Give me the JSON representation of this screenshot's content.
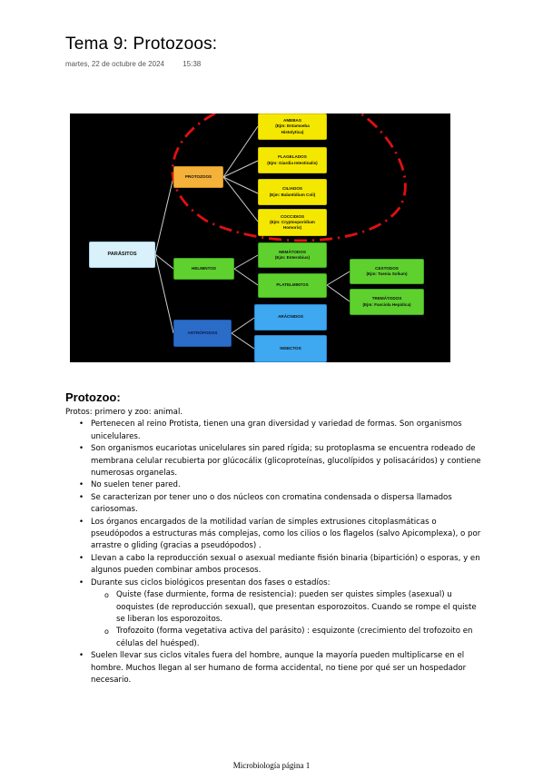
{
  "header": {
    "title": "Tema 9: Protozoos:",
    "date": "martes, 22 de octubre de 2024",
    "time": "15:38"
  },
  "diagram": {
    "root": "PARÁSITOS",
    "protozoos": "PROTOZOOS",
    "helmintos": "HELMINTOS",
    "artropodos": "ARTRÓPODOS",
    "amebas": {
      "name": "AMEBAS",
      "ex": "(Ejm: Entamoeba",
      "ex2": "Histolytica)"
    },
    "flagelados": {
      "name": "FLAGELADOS",
      "ex": "(Ejm: Giardia Intestinalis)"
    },
    "ciliados": {
      "name": "CILIADOS",
      "ex": "(Ejm: Balantidium Coli)"
    },
    "coccidios": {
      "name": "COCCIDIOS",
      "ex": "(Ejm: Cryptosporidium",
      "ex2": "Homoris)"
    },
    "nematodos": {
      "name": "NEMÁTODOS",
      "ex": "(Ejm: Enterobius)"
    },
    "platelmintos": "PLATELMINTOS",
    "cestodos": {
      "name": "CESTODOS",
      "ex": "(Ejm: Taenia Solium)"
    },
    "trematodos": {
      "name": "TREMÁTODOS",
      "ex": "(Ejm: Fasciola Hepática)"
    },
    "aracnidos": "ARÁCNIDOS",
    "insectos": "INSECTOS",
    "colors": {
      "highlight": "#e01010",
      "lines": "#cfcfcf"
    }
  },
  "content": {
    "heading": "Protozoo:",
    "intro": "Protos: primero y zoo: animal.",
    "bullets": [
      "Pertenecen al reino Protista, tienen una gran diversidad y variedad de formas. Son organismos unicelulares.",
      "Son organismos eucariotas unicelulares sin pared rígida; su protoplasma se encuentra rodeado de membrana celular recubierta por glúcocálix (glicoproteínas, glucolípidos y polisacáridos) y contiene numerosas organelas.",
      "No suelen tener pared.",
      "Se caracterizan por tener uno o dos núcleos con cromatina condensada o dispersa llamados cariosomas.",
      "Los órganos encargados de la motilidad varían de simples extrusiones citoplasmáticas o pseudópodos a estructuras más complejas, como los cilios o los flagelos (salvo Apicomplexa), o por arrastre o gliding (gracias a pseudópodos) .",
      "Llevan a cabo la reproducción sexual o asexual mediante fisión binaria (bipartición) o esporas, y en algunos pueden combinar ambos procesos.",
      "Durante sus ciclos biológicos presentan dos fases o estadíos:"
    ],
    "sub_bullets": [
      "Quiste (fase durmiente, forma de resistencia): pueden ser quistes simples (asexual) u ooquistes (de reproducción sexual), que presentan esporozoitos. Cuando se rompe el quiste se liberan los esporozoitos.",
      "Trofozoito (forma vegetativa activa del parásito) : esquizonte (crecimiento del trofozoito en células del huésped)."
    ],
    "last_bullet": "Suelen llevar sus ciclos vitales fuera del hombre, aunque la mayoría pueden multiplicarse en el hombre. Muchos llegan al ser humano de forma accidental, no tiene por qué ser un hospedador necesario."
  },
  "footer": {
    "label": "Microbiología página 1"
  }
}
